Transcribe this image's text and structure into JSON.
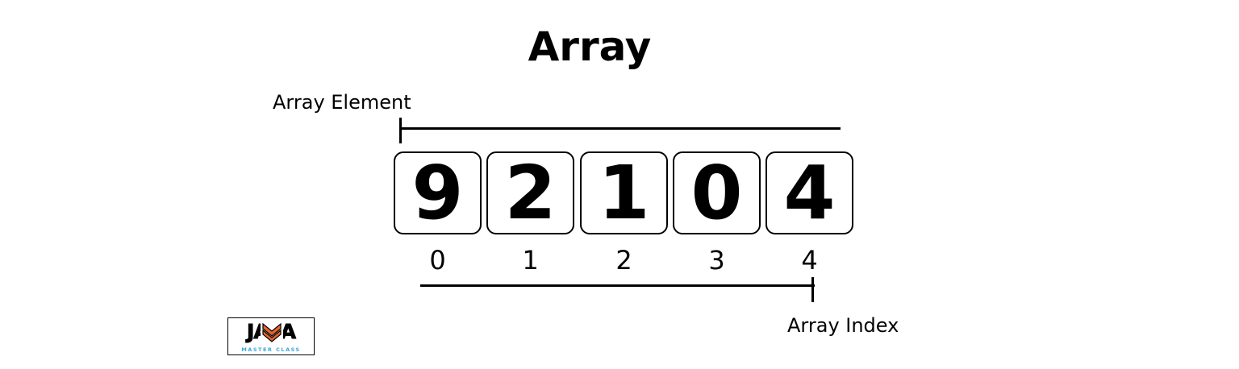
{
  "title": "Array",
  "labels": {
    "element": "Array Element",
    "index": "Array Index"
  },
  "array": {
    "values": [
      "9",
      "2",
      "1",
      "0",
      "4"
    ],
    "indices": [
      "0",
      "1",
      "2",
      "3",
      "4"
    ]
  },
  "logo": {
    "word": "JAVA",
    "subtitle": "MASTER CLASS",
    "accent_color": "#e8632b",
    "subtitle_color": "#3aa7d9"
  }
}
